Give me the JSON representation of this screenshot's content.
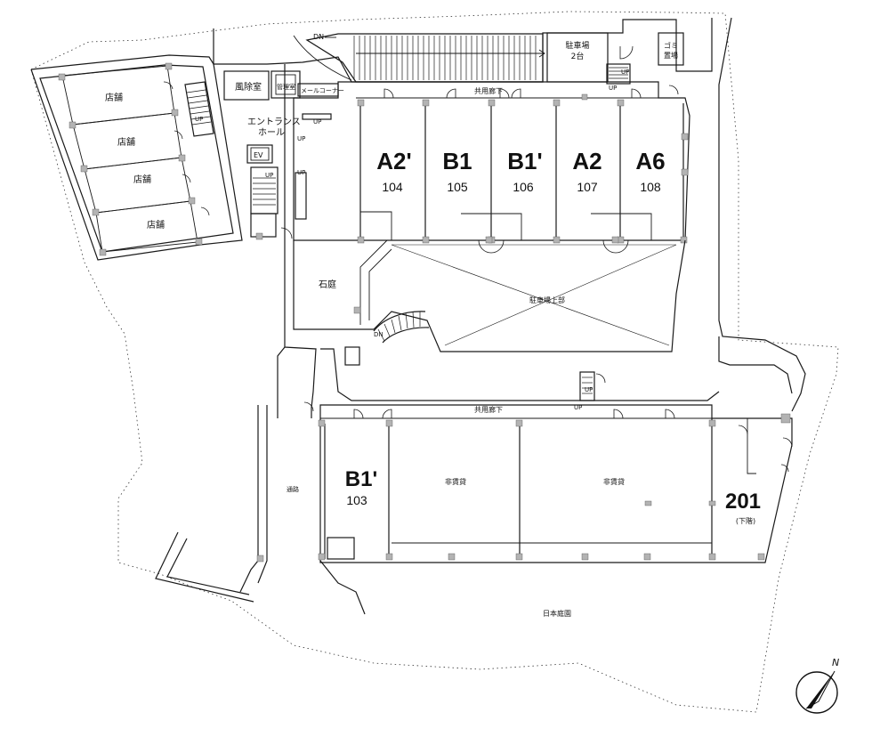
{
  "units_upper": [
    {
      "type": "A2'",
      "number": "104"
    },
    {
      "type": "B1",
      "number": "105"
    },
    {
      "type": "B1'",
      "number": "106"
    },
    {
      "type": "A2",
      "number": "107"
    },
    {
      "type": "A6",
      "number": "108"
    }
  ],
  "unit_lower": {
    "type": "B1'",
    "number": "103"
  },
  "unit_201": {
    "number": "201",
    "note": "(下階)"
  },
  "shops": [
    "店舗",
    "店舗",
    "店舗",
    "店舗"
  ],
  "labels": {
    "windbreak": "風除室",
    "manager": "管理室",
    "mail_corner": "メールコーナー",
    "entrance": "エントランス",
    "hall": "ホール",
    "ev": "EV",
    "corridor_upper": "共用廊下",
    "corridor_lower": "共用廊下",
    "parking": "駐車場",
    "parking_count": "2台",
    "garbage_line1": "ゴミ",
    "garbage_line2": "置場",
    "stone_garden": "石庭",
    "parking_above": "駐車場上部",
    "passage": "通路",
    "non_rental_1": "非賃貸",
    "non_rental_2": "非賃貸",
    "japanese_garden": "日本庭園",
    "up": "UP",
    "dn": "DN",
    "north": "N"
  }
}
